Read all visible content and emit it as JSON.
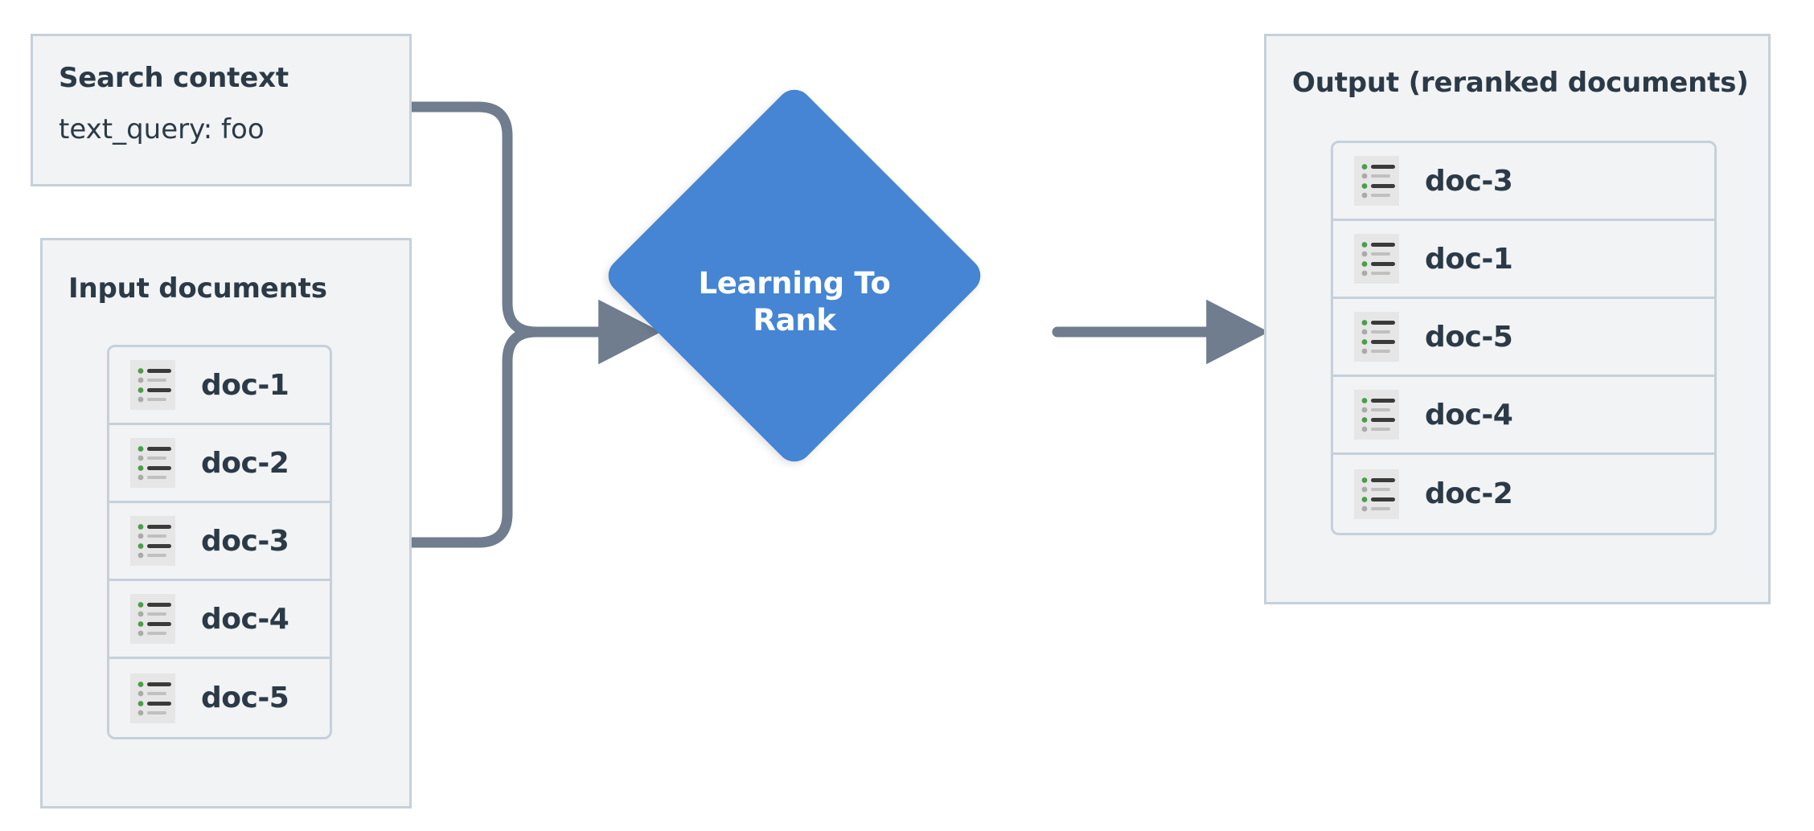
{
  "diagram": {
    "title": "Learning To Rank reranking flow",
    "background": "#ffffff"
  },
  "colors": {
    "panel_background": "#f1f3f5",
    "panel_border": "#c6d0da",
    "text_dark": "#2c3a47",
    "node_blue": "#4585d3",
    "node_text": "#ffffff",
    "connector_gray": "#6f7d8e",
    "icon_background": "#e6e6e6",
    "icon_bullet_green": "#4a9e4a",
    "icon_bullet_gray": "#aaaaaa",
    "icon_line_dark": "#3a3a3a",
    "icon_line_light": "#c0c0c0"
  },
  "search_context": {
    "title": "Search context",
    "value": "text_query: foo"
  },
  "input_documents": {
    "title": "Input documents",
    "items": [
      {
        "label": "doc-1",
        "icon": "document-list-icon"
      },
      {
        "label": "doc-2",
        "icon": "document-list-icon"
      },
      {
        "label": "doc-3",
        "icon": "document-list-icon"
      },
      {
        "label": "doc-4",
        "icon": "document-list-icon"
      },
      {
        "label": "doc-5",
        "icon": "document-list-icon"
      }
    ]
  },
  "node": {
    "label_line1": "Learning To",
    "label_line2": "Rank",
    "shape": "diamond"
  },
  "output": {
    "title": "Output (reranked documents)",
    "items": [
      {
        "label": "doc-3",
        "icon": "document-list-icon"
      },
      {
        "label": "doc-1",
        "icon": "document-list-icon"
      },
      {
        "label": "doc-5",
        "icon": "document-list-icon"
      },
      {
        "label": "doc-4",
        "icon": "document-list-icon"
      },
      {
        "label": "doc-2",
        "icon": "document-list-icon"
      }
    ]
  },
  "connectors": [
    {
      "name": "search-context-to-node",
      "from": "search-context",
      "to": "ltr-node",
      "style": "elbow-arrow"
    },
    {
      "name": "input-documents-to-node",
      "from": "input-documents",
      "to": "ltr-node",
      "style": "elbow-arrow"
    },
    {
      "name": "node-to-output",
      "from": "ltr-node",
      "to": "output-panel",
      "style": "straight-arrow"
    }
  ]
}
